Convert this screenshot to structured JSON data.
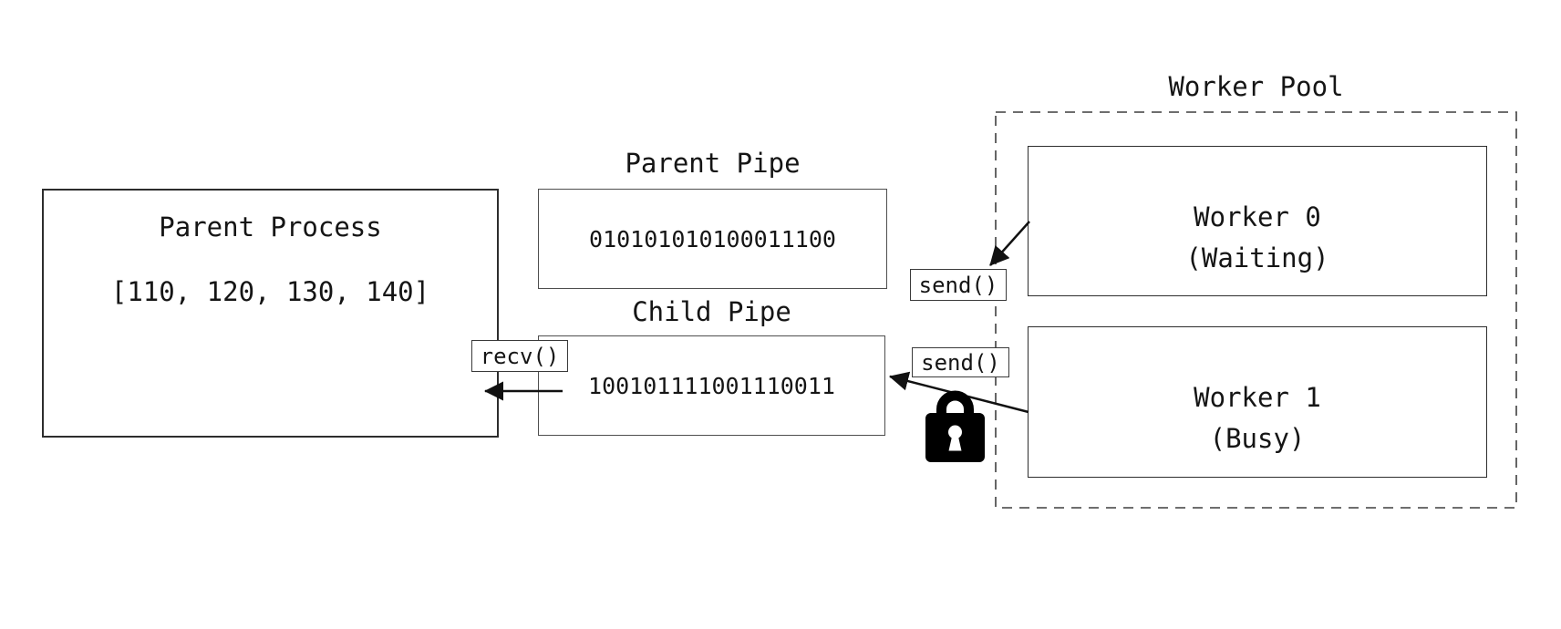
{
  "diagram": {
    "parent_process": {
      "title": "Parent Process",
      "data": "[110, 120, 130, 140]"
    },
    "parent_pipe": {
      "title": "Parent Pipe",
      "data": "010101010100011100"
    },
    "child_pipe": {
      "title": "Child Pipe",
      "data": "100101111001110011"
    },
    "worker_pool": {
      "title": "Worker Pool",
      "workers": [
        {
          "name": "Worker 0",
          "status": "(Waiting)"
        },
        {
          "name": "Worker 1",
          "status": "(Busy)"
        }
      ]
    },
    "labels": {
      "recv": "recv()",
      "send_worker0": "send()",
      "send_worker1": "send()"
    },
    "icons": {
      "lock": "lock-icon"
    },
    "colors": {
      "background": "#ffffff",
      "stroke": "#2d2d2d",
      "text": "#151515",
      "lock": "#000000"
    }
  }
}
